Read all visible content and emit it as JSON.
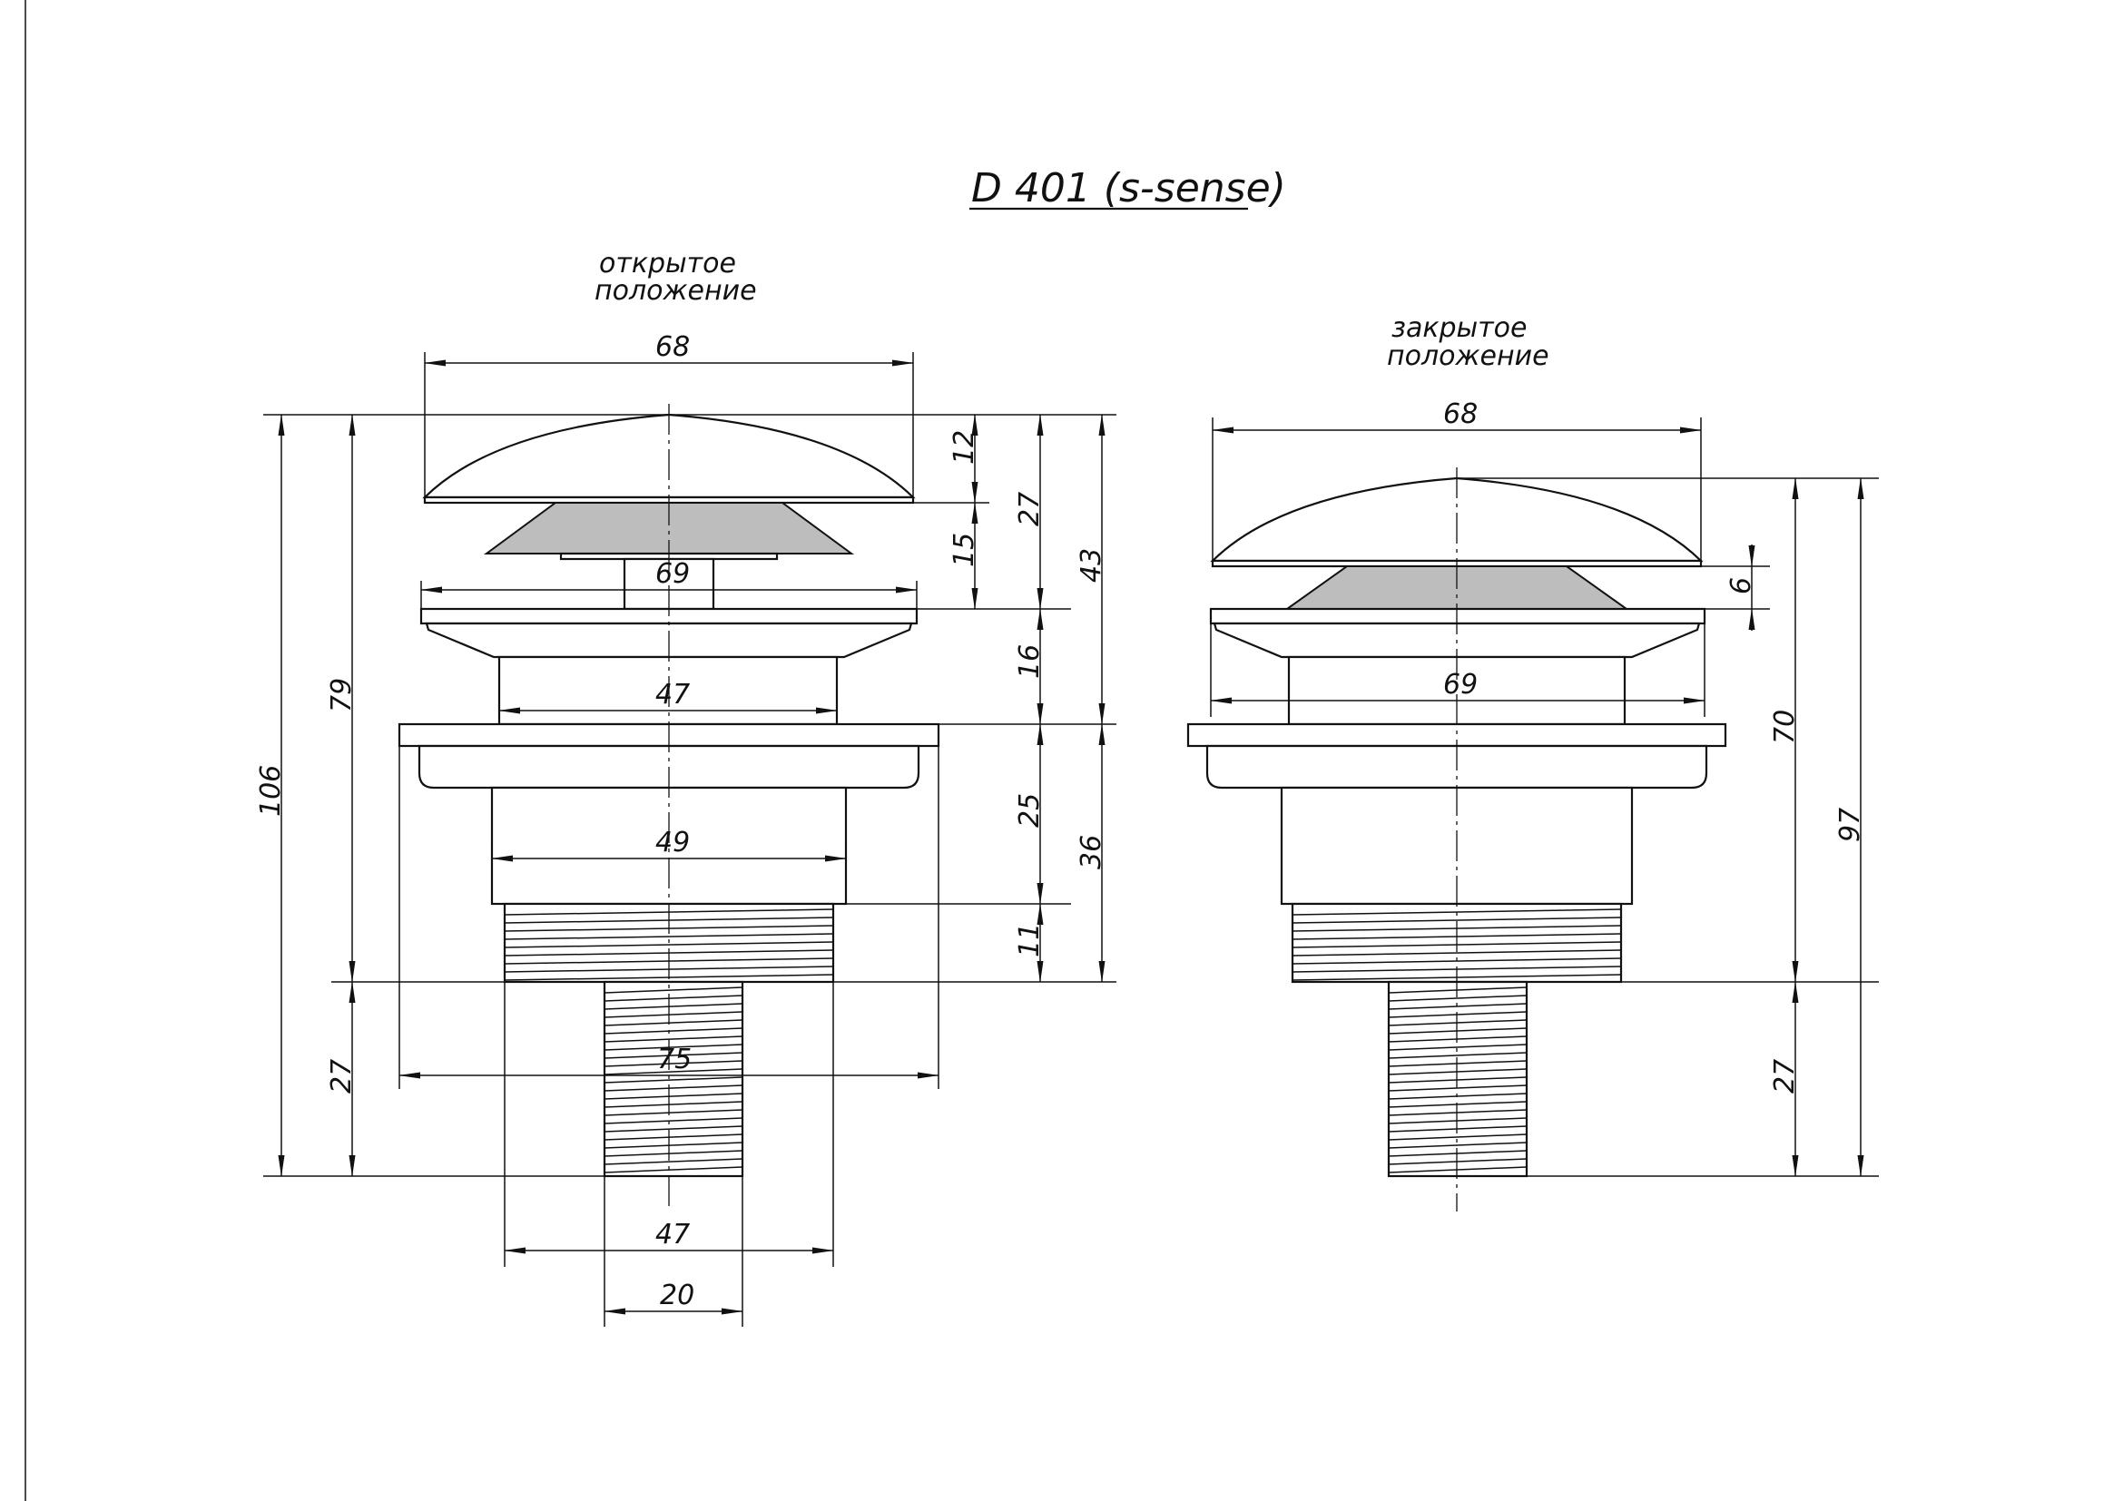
{
  "title": "D 401 (s-sense)",
  "colors": {
    "line": "#111111",
    "fill_gray": "#bdbdbd",
    "background": "#ffffff"
  },
  "views": [
    {
      "caption": [
        "открытое",
        "положение"
      ],
      "dims": {
        "cap_width": "68",
        "ring_width": "69",
        "neck_width": "47",
        "body_width": "49",
        "flange_width": "75",
        "thread_width": "47",
        "tail_width": "20",
        "cap_height": "12",
        "gap_height": "15",
        "top_height": "27",
        "ring_height": "16",
        "upper_height": "43",
        "body_height": "25",
        "thread_height": "11",
        "lower_height": "36",
        "total_to_thread": "79",
        "tail_height": "27",
        "total_height": "106"
      }
    },
    {
      "caption": [
        "закрытое",
        "положение"
      ],
      "dims": {
        "cap_width": "68",
        "gap_height": "6",
        "ring_width": "69",
        "total_to_thread": "70",
        "tail_height": "27",
        "total_height": "97"
      }
    }
  ]
}
